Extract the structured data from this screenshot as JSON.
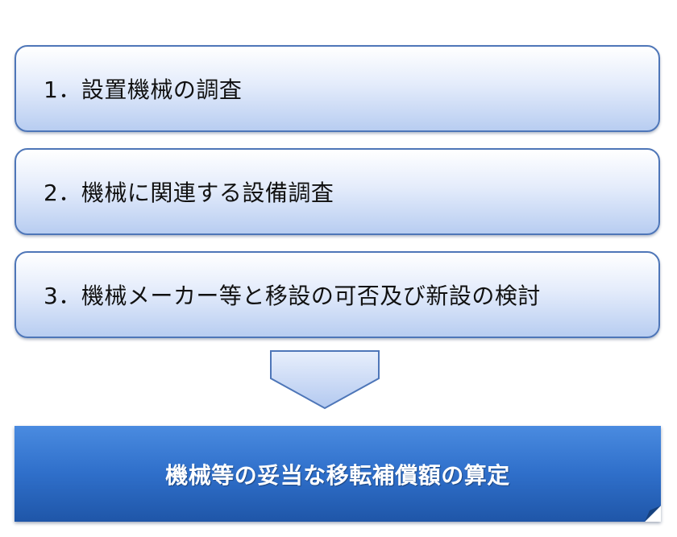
{
  "steps": [
    {
      "label": "1．設置機械の調査"
    },
    {
      "label": "2．機械に関連する設備調査"
    },
    {
      "label": "3．機械メーカー等と移設の可否及び新設の検討"
    }
  ],
  "result": {
    "label": "機械等の妥当な移転補償額の算定"
  },
  "colors": {
    "step_border": "#4e76b8",
    "step_fill_top": "#ffffff",
    "step_fill_bottom": "#b8cdf1",
    "result_fill": "#2f6fca",
    "result_text": "#ffffff"
  }
}
